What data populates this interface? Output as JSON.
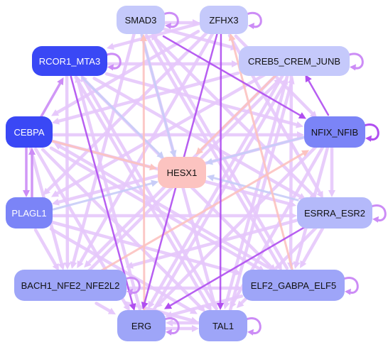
{
  "nodes": [
    {
      "id": "smad3",
      "label": "SMAD3",
      "fill": "#c5c9fb",
      "text_color": "#111111"
    },
    {
      "id": "zfhx3",
      "label": "ZFHX3",
      "fill": "#c5c9fb",
      "text_color": "#111111"
    },
    {
      "id": "rcor1",
      "label": "RCOR1_MTA3",
      "fill": "#3a48f5",
      "text_color": "#ffffff"
    },
    {
      "id": "creb5",
      "label": "CREB5_CREM_JUNB",
      "fill": "#c5c9fb",
      "text_color": "#111111"
    },
    {
      "id": "cebpa",
      "label": "CEBPA",
      "fill": "#3a48f5",
      "text_color": "#ffffff"
    },
    {
      "id": "nfix",
      "label": "NFIX_NFIB",
      "fill": "#7b84f7",
      "text_color": "#111111"
    },
    {
      "id": "hesx1",
      "label": "HESX1",
      "fill": "#fcc3c0",
      "text_color": "#111111"
    },
    {
      "id": "plagl1",
      "label": "PLAGL1",
      "fill": "#7b84f7",
      "text_color": "#ffffff"
    },
    {
      "id": "esrra",
      "label": "ESRRA_ESR2",
      "fill": "#b4b9fa",
      "text_color": "#111111"
    },
    {
      "id": "bach1",
      "label": "BACH1_NFE2_NFE2L2",
      "fill": "#9ea5f8",
      "text_color": "#111111"
    },
    {
      "id": "elf2",
      "label": "ELF2_GABPA_ELF5",
      "fill": "#9ea5f8",
      "text_color": "#111111"
    },
    {
      "id": "erg",
      "label": "ERG",
      "fill": "#9ea5f8",
      "text_color": "#111111"
    },
    {
      "id": "tal1",
      "label": "TAL1",
      "fill": "#9ea5f8",
      "text_color": "#111111"
    }
  ],
  "edges": [
    {
      "from": "nfix",
      "to": "creb5",
      "color": "#b04ef0"
    },
    {
      "from": "rcor1",
      "to": "erg",
      "color": "#b04ef0"
    },
    {
      "from": "zfhx3",
      "to": "erg",
      "color": "#b04ef0"
    },
    {
      "from": "smad3",
      "to": "nfix",
      "color": "#b04ef0"
    },
    {
      "from": "esrra",
      "to": "erg",
      "color": "#b04ef0"
    },
    {
      "from": "zfhx3",
      "to": "tal1",
      "color": "#b04ef0"
    },
    {
      "from": "cebpa",
      "to": "plagl1",
      "color": "#cc8cf6"
    },
    {
      "from": "plagl1",
      "to": "cebpa",
      "color": "#cc8cf6"
    },
    {
      "from": "cebpa",
      "to": "rcor1",
      "color": "#cc8cf6"
    },
    {
      "from": "creb5",
      "to": "hesx1",
      "color": "#fcc3c0"
    },
    {
      "from": "erg",
      "to": "smad3",
      "color": "#fcc3c0"
    },
    {
      "from": "bach1",
      "to": "nfix",
      "color": "#fcc3c0"
    },
    {
      "from": "elf2",
      "to": "zfhx3",
      "color": "#fcc3c0"
    },
    {
      "from": "cebpa",
      "to": "hesx1",
      "color": "#fcc3c0"
    },
    {
      "from": "smad3",
      "to": "hesx1",
      "color": "#c8cdf8"
    },
    {
      "from": "nfix",
      "to": "hesx1",
      "color": "#c8cdf8"
    },
    {
      "from": "plagl1",
      "to": "hesx1",
      "color": "#c8cdf8"
    },
    {
      "from": "esrra",
      "to": "hesx1",
      "color": "#c8cdf8"
    },
    {
      "from": "rcor1",
      "to": "hesx1",
      "color": "#c8cdf8"
    },
    {
      "from": "smad3",
      "to": "zfhx3",
      "color": "#e6c8fb"
    },
    {
      "from": "smad3",
      "to": "creb5",
      "color": "#e6c8fb"
    },
    {
      "from": "smad3",
      "to": "bach1",
      "color": "#e6c8fb"
    },
    {
      "from": "smad3",
      "to": "elf2",
      "color": "#e6c8fb"
    },
    {
      "from": "smad3",
      "to": "tal1",
      "color": "#e6c8fb"
    },
    {
      "from": "smad3",
      "to": "esrra",
      "color": "#e6c8fb"
    },
    {
      "from": "zfhx3",
      "to": "rcor1",
      "color": "#e6c8fb"
    },
    {
      "from": "zfhx3",
      "to": "cebpa",
      "color": "#e6c8fb"
    },
    {
      "from": "zfhx3",
      "to": "plagl1",
      "color": "#e6c8fb"
    },
    {
      "from": "zfhx3",
      "to": "bach1",
      "color": "#e6c8fb"
    },
    {
      "from": "zfhx3",
      "to": "nfix",
      "color": "#e6c8fb"
    },
    {
      "from": "zfhx3",
      "to": "esrra",
      "color": "#e6c8fb"
    },
    {
      "from": "rcor1",
      "to": "creb5",
      "color": "#e6c8fb"
    },
    {
      "from": "rcor1",
      "to": "nfix",
      "color": "#e6c8fb"
    },
    {
      "from": "rcor1",
      "to": "esrra",
      "color": "#e6c8fb"
    },
    {
      "from": "rcor1",
      "to": "elf2",
      "color": "#e6c8fb"
    },
    {
      "from": "rcor1",
      "to": "tal1",
      "color": "#e6c8fb"
    },
    {
      "from": "rcor1",
      "to": "bach1",
      "color": "#e6c8fb"
    },
    {
      "from": "creb5",
      "to": "cebpa",
      "color": "#e6c8fb"
    },
    {
      "from": "creb5",
      "to": "plagl1",
      "color": "#e6c8fb"
    },
    {
      "from": "creb5",
      "to": "bach1",
      "color": "#e6c8fb"
    },
    {
      "from": "creb5",
      "to": "erg",
      "color": "#e6c8fb"
    },
    {
      "from": "creb5",
      "to": "tal1",
      "color": "#e6c8fb"
    },
    {
      "from": "creb5",
      "to": "elf2",
      "color": "#e6c8fb"
    },
    {
      "from": "cebpa",
      "to": "nfix",
      "color": "#e6c8fb"
    },
    {
      "from": "cebpa",
      "to": "esrra",
      "color": "#e6c8fb"
    },
    {
      "from": "cebpa",
      "to": "elf2",
      "color": "#e6c8fb"
    },
    {
      "from": "cebpa",
      "to": "tal1",
      "color": "#e6c8fb"
    },
    {
      "from": "cebpa",
      "to": "bach1",
      "color": "#e6c8fb"
    },
    {
      "from": "cebpa",
      "to": "erg",
      "color": "#e6c8fb"
    },
    {
      "from": "nfix",
      "to": "plagl1",
      "color": "#e6c8fb"
    },
    {
      "from": "nfix",
      "to": "erg",
      "color": "#e6c8fb"
    },
    {
      "from": "nfix",
      "to": "tal1",
      "color": "#e6c8fb"
    },
    {
      "from": "nfix",
      "to": "elf2",
      "color": "#e6c8fb"
    },
    {
      "from": "nfix",
      "to": "esrra",
      "color": "#e6c8fb"
    },
    {
      "from": "plagl1",
      "to": "esrra",
      "color": "#e6c8fb"
    },
    {
      "from": "plagl1",
      "to": "elf2",
      "color": "#e6c8fb"
    },
    {
      "from": "plagl1",
      "to": "tal1",
      "color": "#e6c8fb"
    },
    {
      "from": "plagl1",
      "to": "bach1",
      "color": "#e6c8fb"
    },
    {
      "from": "esrra",
      "to": "bach1",
      "color": "#e6c8fb"
    },
    {
      "from": "esrra",
      "to": "elf2",
      "color": "#e6c8fb"
    },
    {
      "from": "esrra",
      "to": "tal1",
      "color": "#e6c8fb"
    },
    {
      "from": "bach1",
      "to": "elf2",
      "color": "#e6c8fb"
    },
    {
      "from": "bach1",
      "to": "tal1",
      "color": "#e6c8fb"
    },
    {
      "from": "bach1",
      "to": "erg",
      "color": "#e6c8fb"
    },
    {
      "from": "elf2",
      "to": "erg",
      "color": "#e6c8fb"
    },
    {
      "from": "erg",
      "to": "tal1",
      "color": "#e6c8fb"
    },
    {
      "from": "tal1",
      "to": "erg",
      "color": "#e6c8fb"
    },
    {
      "from": "erg",
      "to": "rcor1",
      "color": "#e6c8fb"
    },
    {
      "from": "tal1",
      "to": "rcor1",
      "color": "#e6c8fb"
    },
    {
      "from": "elf2",
      "to": "smad3",
      "color": "#e6c8fb"
    },
    {
      "from": "erg",
      "to": "creb5",
      "color": "#e6c8fb"
    },
    {
      "from": "bach1",
      "to": "creb5",
      "color": "#e6c8fb"
    },
    {
      "from": "tal1",
      "to": "creb5",
      "color": "#e6c8fb"
    },
    {
      "from": "elf2",
      "to": "cebpa",
      "color": "#e6c8fb"
    }
  ],
  "self_loops": [
    {
      "node": "nfix",
      "color": "#b04ef0"
    },
    {
      "node": "smad3",
      "color": "#cc8cf6"
    },
    {
      "node": "zfhx3",
      "color": "#cc8cf6"
    },
    {
      "node": "creb5",
      "color": "#cc8cf6"
    },
    {
      "node": "rcor1",
      "color": "#cc8cf6"
    },
    {
      "node": "esrra",
      "color": "#cc8cf6"
    },
    {
      "node": "bach1",
      "color": "#cc8cf6"
    },
    {
      "node": "elf2",
      "color": "#cc8cf6"
    },
    {
      "node": "erg",
      "color": "#cc8cf6"
    },
    {
      "node": "tal1",
      "color": "#cc8cf6"
    }
  ]
}
